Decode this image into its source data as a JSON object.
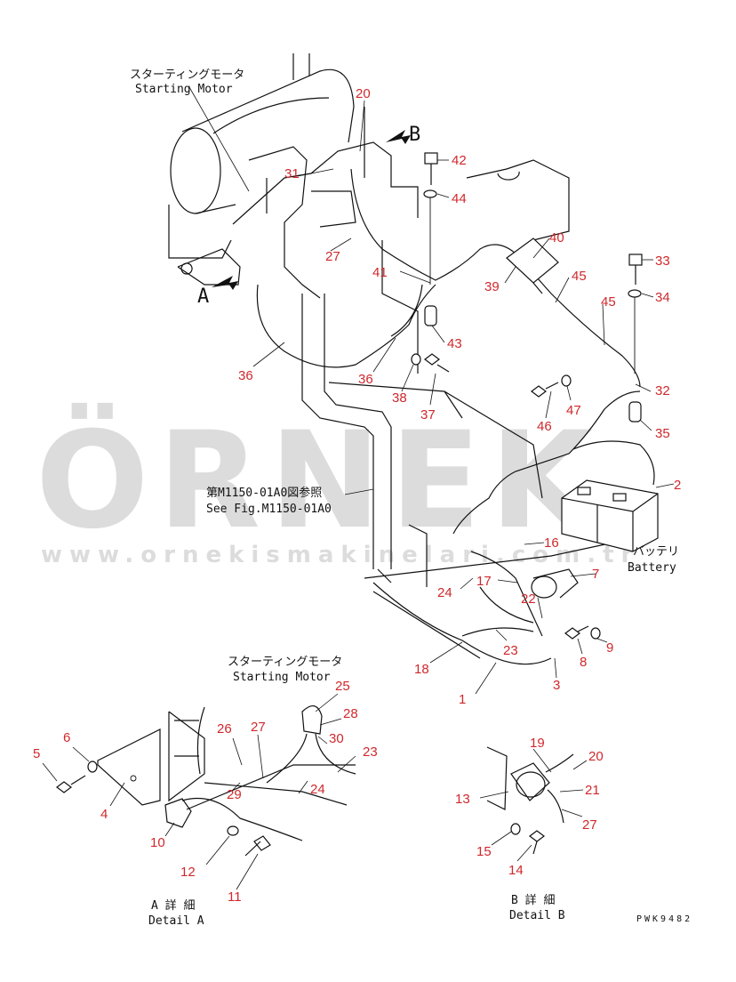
{
  "watermark": {
    "text": "ÖRNEK",
    "url": "www.ornekismakinelari.com.tr",
    "color": "#dcdcdc",
    "accent_color": "#f2d36b"
  },
  "labels": {
    "starting_motor_top_jp": "スターティングモータ",
    "starting_motor_top_en": "Starting Motor",
    "starting_motor_mid_jp": "スターティングモータ",
    "starting_motor_mid_en": "Starting Motor",
    "see_fig_jp": "第M1150-01A0図参照",
    "see_fig_en": "See Fig.M1150-01A0",
    "battery_jp": "バッテリ",
    "battery_en": "Battery",
    "detail_a_jp": "A 詳 細",
    "detail_a_en": "Detail A",
    "detail_b_jp": "B 詳 細",
    "detail_b_en": "Detail B",
    "view_a": "A",
    "view_b": "B",
    "drawing_code": "PWK9482"
  },
  "callouts": [
    {
      "id": "c1",
      "text": "1"
    },
    {
      "id": "c2",
      "text": "2"
    },
    {
      "id": "c3",
      "text": "3"
    },
    {
      "id": "c4",
      "text": "4"
    },
    {
      "id": "c5",
      "text": "5"
    },
    {
      "id": "c6",
      "text": "6"
    },
    {
      "id": "c7",
      "text": "7"
    },
    {
      "id": "c8",
      "text": "8"
    },
    {
      "id": "c9",
      "text": "9"
    },
    {
      "id": "c10",
      "text": "10"
    },
    {
      "id": "c11",
      "text": "11"
    },
    {
      "id": "c12",
      "text": "12"
    },
    {
      "id": "c13",
      "text": "13"
    },
    {
      "id": "c14",
      "text": "14"
    },
    {
      "id": "c15",
      "text": "15"
    },
    {
      "id": "c16",
      "text": "16"
    },
    {
      "id": "c17",
      "text": "17"
    },
    {
      "id": "c18",
      "text": "18"
    },
    {
      "id": "c19",
      "text": "19"
    },
    {
      "id": "c20a",
      "text": "20"
    },
    {
      "id": "c20b",
      "text": "20"
    },
    {
      "id": "c21",
      "text": "21"
    },
    {
      "id": "c22",
      "text": "22"
    },
    {
      "id": "c23a",
      "text": "23"
    },
    {
      "id": "c23b",
      "text": "23"
    },
    {
      "id": "c24a",
      "text": "24"
    },
    {
      "id": "c24b",
      "text": "24"
    },
    {
      "id": "c25",
      "text": "25"
    },
    {
      "id": "c26",
      "text": "26"
    },
    {
      "id": "c27a",
      "text": "27"
    },
    {
      "id": "c27b",
      "text": "27"
    },
    {
      "id": "c27c",
      "text": "27"
    },
    {
      "id": "c28",
      "text": "28"
    },
    {
      "id": "c29",
      "text": "29"
    },
    {
      "id": "c30",
      "text": "30"
    },
    {
      "id": "c31",
      "text": "31"
    },
    {
      "id": "c32",
      "text": "32"
    },
    {
      "id": "c33",
      "text": "33"
    },
    {
      "id": "c34",
      "text": "34"
    },
    {
      "id": "c35",
      "text": "35"
    },
    {
      "id": "c36a",
      "text": "36"
    },
    {
      "id": "c36b",
      "text": "36"
    },
    {
      "id": "c37",
      "text": "37"
    },
    {
      "id": "c38",
      "text": "38"
    },
    {
      "id": "c39",
      "text": "39"
    },
    {
      "id": "c40",
      "text": "40"
    },
    {
      "id": "c41",
      "text": "41"
    },
    {
      "id": "c42",
      "text": "42"
    },
    {
      "id": "c43",
      "text": "43"
    },
    {
      "id": "c44",
      "text": "44"
    },
    {
      "id": "c45a",
      "text": "45"
    },
    {
      "id": "c45b",
      "text": "45"
    },
    {
      "id": "c46",
      "text": "46"
    },
    {
      "id": "c47",
      "text": "47"
    }
  ],
  "colors": {
    "line": "#111111",
    "callout": "#d0282c",
    "background": "#ffffff"
  }
}
